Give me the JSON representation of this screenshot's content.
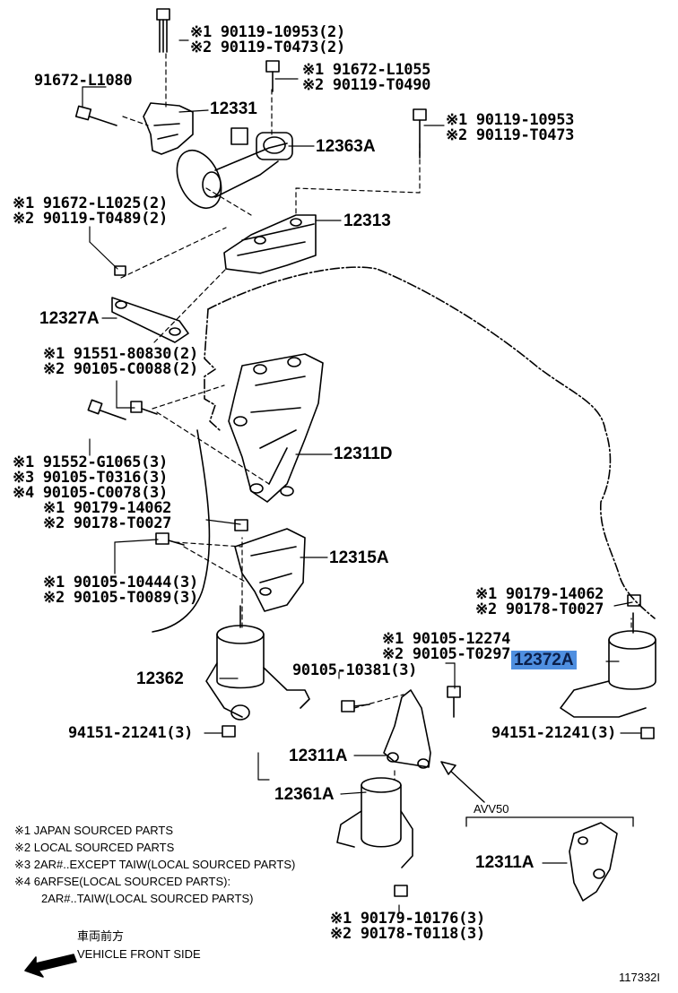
{
  "labels": {
    "p12331": "12331",
    "p12363a": "12363A",
    "p12313": "12313",
    "p12327a": "12327A",
    "p12311d": "12311D",
    "p12315a": "12315A",
    "p12362": "12362",
    "p12372a": "12372A",
    "p12311a_center": "12311A",
    "p12361a": "12361A",
    "p12311a_inset": "12311A",
    "p91672_l1080": "91672-L1080",
    "p90105_10381": "90105-10381(3)",
    "p94151_left": "94151-21241(3)",
    "p94151_right": "94151-21241(3)"
  },
  "callouts": {
    "top_bolt": [
      "※1 90119-10953(2)",
      "※2 90119-T0473(2)"
    ],
    "upper_bolt": [
      "※1 91672-L1055",
      "※2 90119-T0490"
    ],
    "right_bolt": [
      "※1 90119-10953",
      "※2 90119-T0473"
    ],
    "left_bolt": [
      "※1 91672-L1025(2)",
      "※2 90119-T0489(2)"
    ],
    "bracket_nut": [
      "※1 91551-80830(2)",
      "※2 90105-C0088(2)"
    ],
    "bracket_bolt": [
      "※1 91552-G1065(3)",
      "※3 90105-T0316(3)",
      "※4 90105-C0078(3)"
    ],
    "mid_nut": [
      "※1 90179-14062",
      "※2 90178-T0027"
    ],
    "mid_bolt": [
      "※1 90105-10444(3)",
      "※2 90105-T0089(3)"
    ],
    "right_nut": [
      "※1 90179-14062",
      "※2 90178-T0027"
    ],
    "center_bolt": [
      "※1 90105-12274",
      "※2 90105-T0297"
    ],
    "bottom_nut": [
      "※1 90179-10176(3)",
      "※2 90178-T0118(3)"
    ]
  },
  "inset_label": "AVV50",
  "notes": [
    "※1 JAPAN SOURCED PARTS",
    "※2 LOCAL SOURCED PARTS",
    "※3 2AR#..EXCEPT TAIW(LOCAL SOURCED PARTS)",
    "※4 6ARFSE(LOCAL SOURCED PARTS):",
    "2AR#..TAIW(LOCAL SOURCED PARTS)"
  ],
  "direction": {
    "jp": "車両前方",
    "en": "VEHICLE FRONT SIDE"
  },
  "diagram_id": "117332I",
  "highlight_color": "#4f8fe0"
}
